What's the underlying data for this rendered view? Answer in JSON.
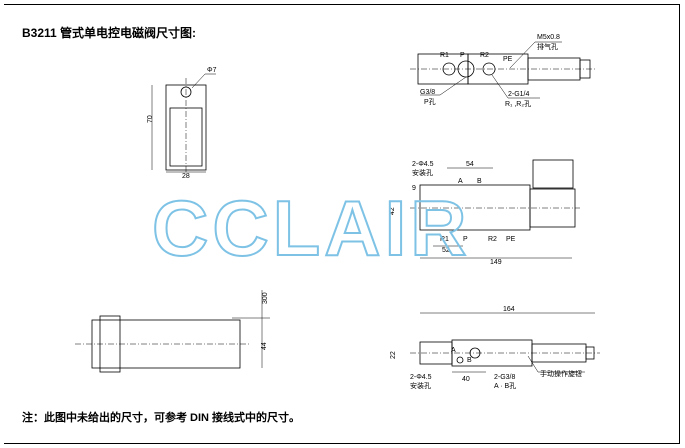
{
  "title": "B3211 管式单电控电磁阀尺寸图:",
  "note": "注：此图中未给出的尺寸，可参考 DIN 接线式中的尺寸。",
  "watermark": "CCLAIR",
  "side_view": {
    "dia": "Φ7",
    "height": "70",
    "width": "28"
  },
  "bottom_left_view": {
    "dim1": "300",
    "dim2": "44"
  },
  "top_view": {
    "ports": [
      "R1",
      "P",
      "R2",
      "PE"
    ],
    "callout_m5": "M5x0.8",
    "callout_m5_desc": "排气孔",
    "callout_p": "G3/8",
    "callout_p_desc": "P孔",
    "callout_r": "2-G1/4",
    "callout_r_desc": "R₁ ,R₂孔"
  },
  "front_view": {
    "mount": "2-Φ4.5",
    "mount_desc": "安装孔",
    "dim_54": "54",
    "dim_52": "52",
    "dim_149": "149",
    "dim_42": "42",
    "dim_9": "9",
    "labels": [
      "A",
      "B",
      "R1",
      "P",
      "R2",
      "PE"
    ]
  },
  "bottom_view": {
    "dim_164": "164",
    "dim_22": "22",
    "dim_40": "40",
    "mount": "2-Φ4.5",
    "mount_desc": "安装孔",
    "ab": "2-G3/8",
    "ab_desc": "A · B孔",
    "manual": "手动操作旋钮",
    "labels": [
      "A",
      "B"
    ]
  }
}
